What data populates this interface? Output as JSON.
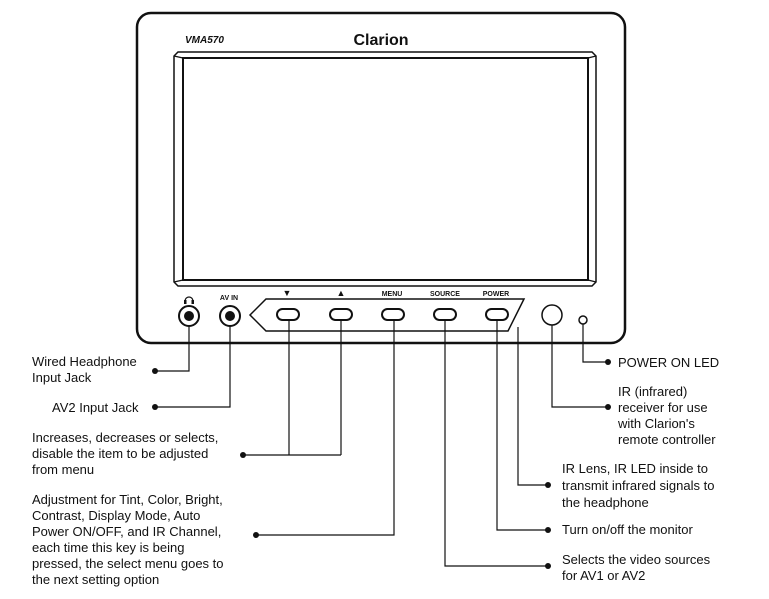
{
  "monitor": {
    "model": "VMA570",
    "brand": "Clarion",
    "headphone_symbol": "headphone-icon",
    "av_in": "AV IN",
    "buttons": {
      "down": "▼",
      "up": "▲",
      "menu": "MENU",
      "source": "SOURCE",
      "power": "POWER"
    }
  },
  "callouts": {
    "headphone": [
      "Wired Headphone",
      "Input Jack"
    ],
    "av2": [
      "AV2 Input Jack"
    ],
    "arrows": [
      "Increases, decreases or selects,",
      "disable the item to be adjusted",
      "from menu"
    ],
    "menu": [
      "Adjustment for Tint, Color, Bright,",
      "Contrast, Display Mode, Auto",
      "Power ON/OFF, and IR Channel,",
      "each time this key is being",
      "pressed, the select menu goes to",
      "the next setting option"
    ],
    "power_led": [
      "POWER ON LED"
    ],
    "ir_receiver": [
      "IR (infrared)",
      "receiver for use",
      "with Clarion's",
      "remote controller"
    ],
    "ir_lens": [
      "IR Lens, IR LED inside to",
      "transmit infrared signals to",
      "the headphone"
    ],
    "power": [
      "Turn on/off the monitor"
    ],
    "source": [
      "Selects the video sources",
      "for AV1 or AV2"
    ]
  }
}
